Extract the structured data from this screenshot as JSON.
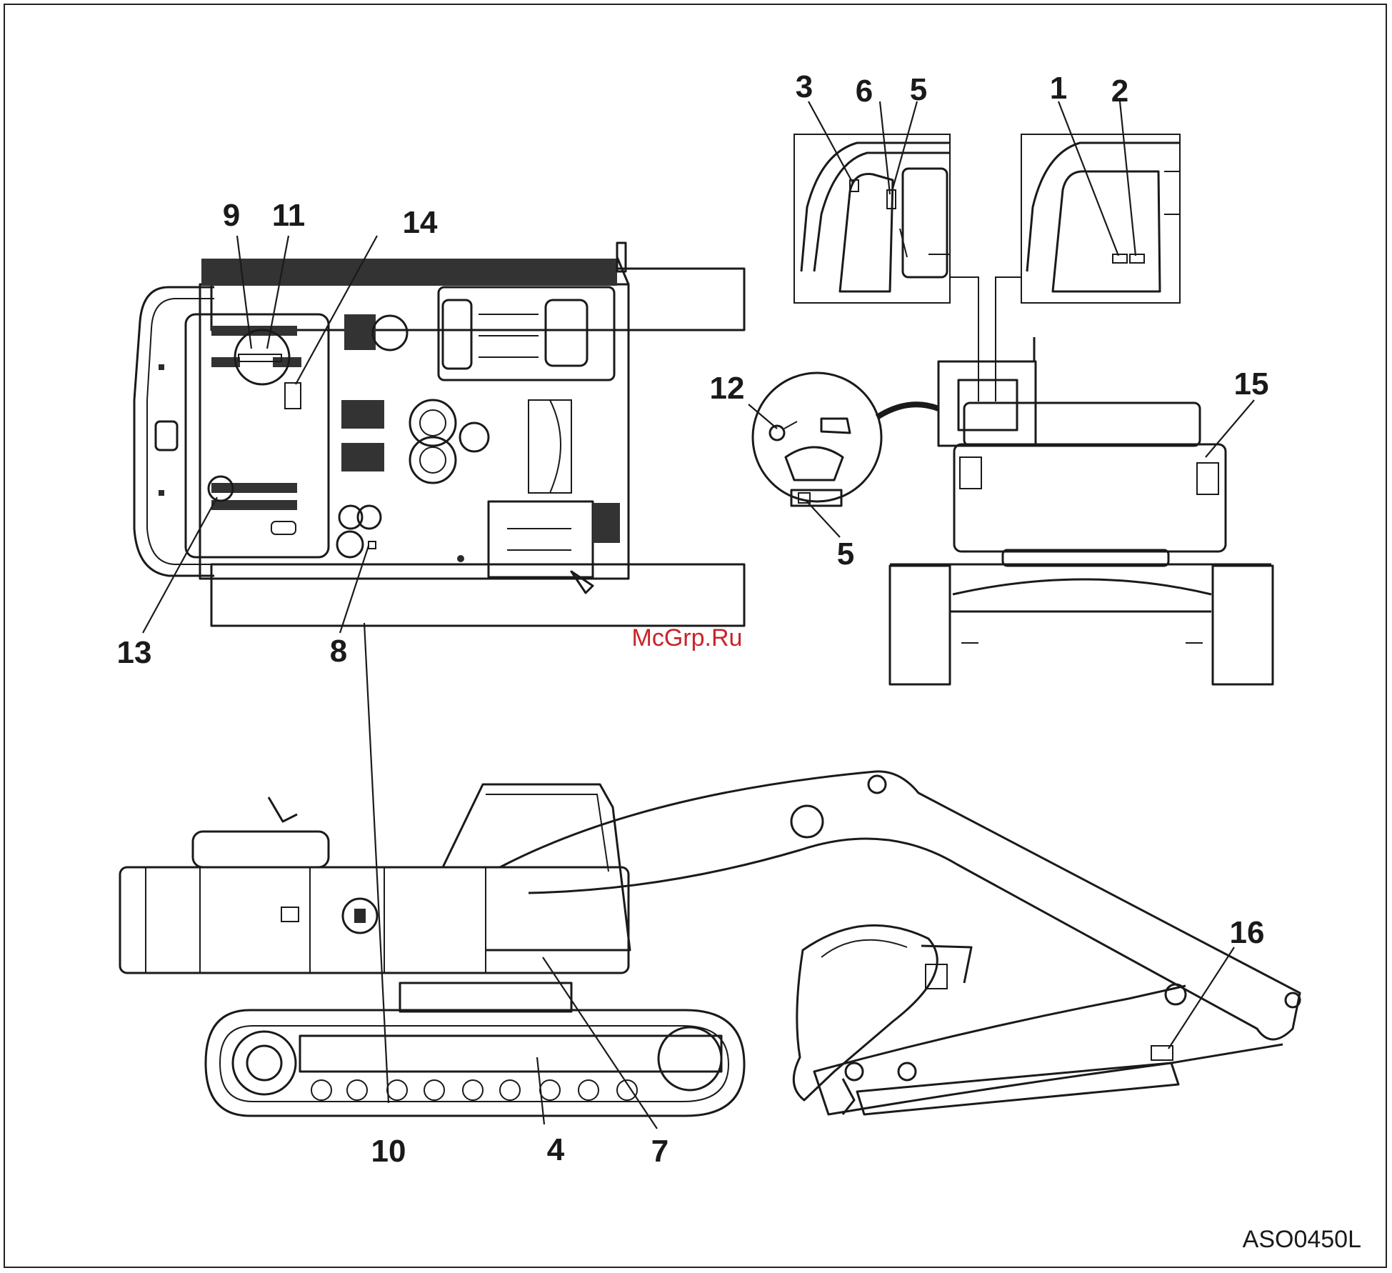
{
  "diagram": {
    "callouts": [
      "1",
      "2",
      "3",
      "4",
      "5",
      "6",
      "7",
      "8",
      "9",
      "10",
      "11",
      "12",
      "13",
      "14",
      "15",
      "16"
    ],
    "figure_code": "ASO0450L",
    "watermark": "McGrp.Ru"
  }
}
